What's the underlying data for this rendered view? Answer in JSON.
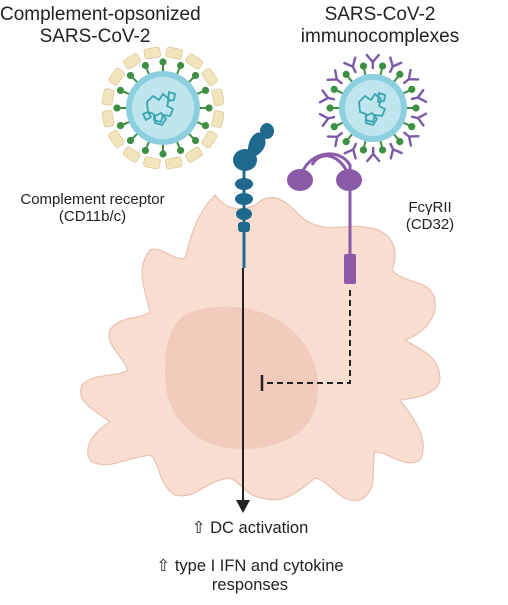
{
  "labels": {
    "left_virus_line1": "Complement-opsonized",
    "left_virus_line2": "SARS-CoV-2",
    "right_virus_line1": "SARS-CoV-2",
    "right_virus_line2": "immunocomplexes",
    "receptor_left_line1": "Complement receptor",
    "receptor_left_line2": "(CD11b/c)",
    "receptor_right_line1": "FcγRII",
    "receptor_right_line2": "(CD32)",
    "outcome_1": "⇧ DC activation",
    "outcome_2_line1": "⇧ type I IFN and cytokine",
    "outcome_2_line2": "responses"
  },
  "colors": {
    "cell_fill": "#f9ddd0",
    "cell_stroke": "#eac2b2",
    "nucleus_fill": "#edc4b5",
    "virus_membrane": "#8ccfde",
    "virus_core": "#bfe6ef",
    "rna": "#3aa5ad",
    "spike": "#3d8f44",
    "complement_tag": "#f2e4bd",
    "antibody": "#7b5aa6",
    "cd11b_receptor": "#1e6a8f",
    "cd32_receptor": "#8b5aa8",
    "arrow": "#222222"
  }
}
